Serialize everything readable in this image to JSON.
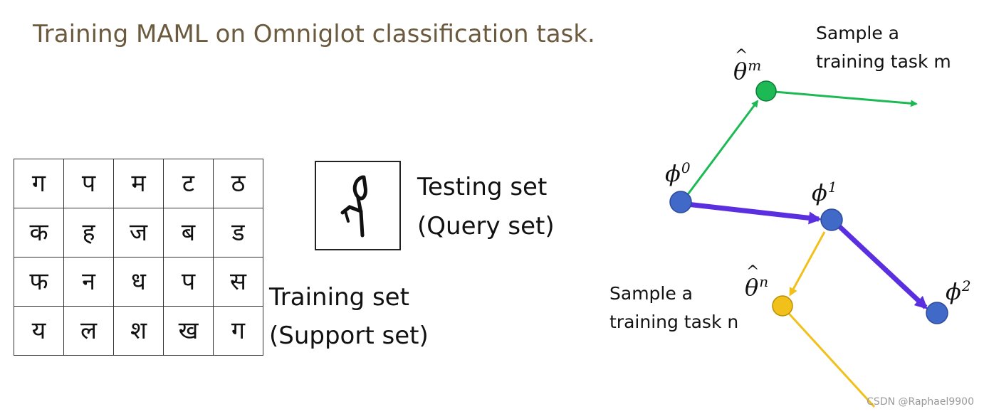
{
  "title": "Training MAML on Omniglot classification task.",
  "support_set": {
    "rows": [
      [
        "ग",
        "प",
        "म",
        "ट",
        "ठ"
      ],
      [
        "क",
        "ह",
        "ज",
        "ब",
        "ड"
      ],
      [
        "फ",
        "न",
        "ध",
        "प",
        "स"
      ],
      [
        "य",
        "ल",
        "श",
        "ख",
        "ग"
      ]
    ],
    "label_line1": "Training set",
    "label_line2": "(Support set)"
  },
  "query_set": {
    "label_line1": "Testing set",
    "label_line2": "(Query set)"
  },
  "diagram": {
    "sample_m_line1": "Sample a",
    "sample_m_line2": "training task m",
    "sample_n_line1": "Sample a",
    "sample_n_line2": "training task n",
    "theta_m": {
      "base": "θ",
      "sup": "m"
    },
    "theta_n": {
      "base": "θ",
      "sup": "n"
    },
    "phi0": {
      "base": "ϕ",
      "sup": "0"
    },
    "phi1": {
      "base": "ϕ",
      "sup": "1"
    },
    "phi2": {
      "base": "ϕ",
      "sup": "2"
    },
    "colors": {
      "green": "#1db954",
      "blue_node": "#4169c8",
      "blue_arrow": "#5a2fe0",
      "yellow": "#f2c01a"
    }
  },
  "watermark": "CSDN @Raphael9900"
}
